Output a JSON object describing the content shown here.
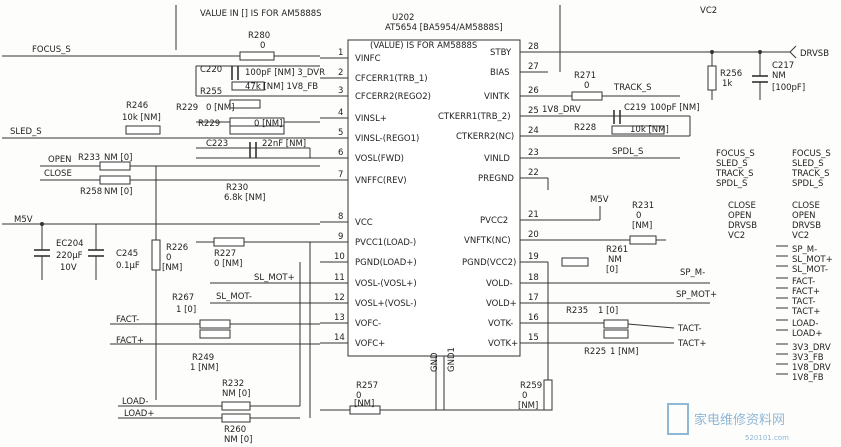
{
  "notes": {
    "value_top": "VALUE IN [] IS FOR AM5888S",
    "value_ic": "(VALUE) IS FOR AM5888S",
    "vc2_top": "VC2"
  },
  "ic": {
    "ref": "U202",
    "part": "AT5654 [BA5954/AM5888S]",
    "pins": [
      {
        "num": "1",
        "label": "VINFC"
      },
      {
        "num": "2",
        "label": "CFCERR1(TRB_1)"
      },
      {
        "num": "3",
        "label": "CFCERR2(REGO2)"
      },
      {
        "num": "4",
        "label": "VINSL+"
      },
      {
        "num": "5",
        "label": "VINSL-(REGO1)"
      },
      {
        "num": "6",
        "label": "VOSL(FWD)"
      },
      {
        "num": "7",
        "label": "VNFFC(REV)"
      },
      {
        "num": "8",
        "label": "VCC"
      },
      {
        "num": "9",
        "label": "PVCC1(LOAD-)"
      },
      {
        "num": "10",
        "label": "PGND(LOAD+)"
      },
      {
        "num": "11",
        "label": "VOSL-(VOSL+)"
      },
      {
        "num": "12",
        "label": "VOSL+(VOSL-)"
      },
      {
        "num": "13",
        "label": "VOFC-"
      },
      {
        "num": "14",
        "label": "VOFC+"
      },
      {
        "num": "28",
        "label": "STBY"
      },
      {
        "num": "27",
        "label": "BIAS"
      },
      {
        "num": "26",
        "label": "VINTK"
      },
      {
        "num": "25",
        "label": "CTKERR1(TRB_2)"
      },
      {
        "num": "24",
        "label": "CTKERR2(NC)"
      },
      {
        "num": "23",
        "label": "VINLD"
      },
      {
        "num": "22",
        "label": "PREGND"
      },
      {
        "num": "21",
        "label": "PVCC2"
      },
      {
        "num": "20",
        "label": "VNFTK(NC)"
      },
      {
        "num": "19",
        "label": "PGND(VCC2)"
      },
      {
        "num": "18",
        "label": "VOLD-"
      },
      {
        "num": "17",
        "label": "VOLD+"
      },
      {
        "num": "16",
        "label": "VOTK-"
      },
      {
        "num": "15",
        "label": "VOTK+"
      }
    ],
    "gnd_labels": [
      "GND",
      "GND1"
    ]
  },
  "components": {
    "r280": {
      "ref": "R280",
      "val": "0"
    },
    "c220": {
      "ref": "C220",
      "val": "100pF [NM] 3_DVR"
    },
    "r255": {
      "ref": "R255",
      "val": "47k [NM] 1V8_FB"
    },
    "r229a": {
      "ref": "R229",
      "val": "0 [NM]"
    },
    "r229b": {
      "ref": "R229",
      "val": "0 [NM]"
    },
    "r246": {
      "ref": "R246",
      "val": "10k [NM]"
    },
    "c223": {
      "ref": "C223",
      "val": "22nF [NM]"
    },
    "r233": {
      "ref": "R233",
      "val": "NM [0]"
    },
    "r258": {
      "ref": "R258",
      "val": "NM [0]"
    },
    "r230": {
      "ref": "R230",
      "val": "6.8k [NM]"
    },
    "ec204": {
      "ref": "EC204",
      "val1": "220μF",
      "val2": "10V"
    },
    "c245": {
      "ref": "C245",
      "val": "0.1μF"
    },
    "r226": {
      "ref": "R226",
      "val1": "0",
      "val2": "[NM]"
    },
    "r227": {
      "ref": "R227",
      "val": "0 [NM]"
    },
    "r267": {
      "ref": "R267",
      "val": "1 [0]"
    },
    "r249": {
      "ref": "R249",
      "val": "1 [NM]"
    },
    "r232": {
      "ref": "R232",
      "val": "NM [0]"
    },
    "r260": {
      "ref": "R260",
      "val": "NM [0]"
    },
    "r257": {
      "ref": "R257",
      "val1": "0",
      "val2": "[NM]"
    },
    "r259": {
      "ref": "R259",
      "val1": "0",
      "val2": "[NM]"
    },
    "r271": {
      "ref": "R271",
      "val": "0"
    },
    "c219": {
      "ref": "C219",
      "val": "100pF [NM]"
    },
    "r228": {
      "ref": "R228",
      "val": "10k [NM]"
    },
    "r256": {
      "ref": "R256",
      "val": "1k"
    },
    "c217": {
      "ref": "C217",
      "val1": "NM",
      "val2": "[100pF]"
    },
    "r231": {
      "ref": "R231",
      "val1": "0",
      "val2": "[NM]"
    },
    "r261": {
      "ref": "R261",
      "val1": "NM",
      "val2": "[0]"
    },
    "r235": {
      "ref": "R235",
      "val": "1 [0]"
    },
    "r225": {
      "ref": "R225",
      "val": "1 [NM]"
    }
  },
  "nets": {
    "focus_s": "FOCUS_S",
    "sled_s": "SLED_S",
    "open": "OPEN",
    "close": "CLOSE",
    "m5v": "M5V",
    "m5v2": "M5V",
    "fact_m": "FACT-",
    "fact_p": "FACT+",
    "sl_mot_p": "SL_MOT+",
    "sl_mot_m": "SL_MOT-",
    "load_m": "LOAD-",
    "load_p": "LOAD+",
    "track_s": "TRACK_S",
    "dvr_1v8": "1V8_DRV",
    "spdl_s": "SPDL_S",
    "drvsb": "DRVSB",
    "sp_m": "SP_M-",
    "sp_p": "SP_MOT+",
    "tact_m": "TACT-",
    "tact_p": "TACT+"
  },
  "legend": {
    "left": [
      "FOCUS_S",
      "SLED_S",
      "TRACK_S",
      "SPDL_S"
    ],
    "right": [
      "FOCUS_S",
      "SLED_S",
      "TRACK_S",
      "SPDL_S"
    ],
    "left2": [
      "CLOSE",
      "OPEN",
      "DRVSB",
      "VC2"
    ],
    "right2": [
      "CLOSE",
      "OPEN",
      "DRVSB",
      "VC2"
    ],
    "list": [
      "SP_M-",
      "SL_MOT+",
      "SL_MOT-",
      "FACT-",
      "FACT+",
      "TACT-",
      "TACT+",
      "LOAD-",
      "LOAD+",
      "3V3_DRV",
      "3V3_FB",
      "1V8_DRV",
      "1V8_FB"
    ]
  },
  "watermark": {
    "cn": "家电维修资料网",
    "url": "520101.com"
  }
}
